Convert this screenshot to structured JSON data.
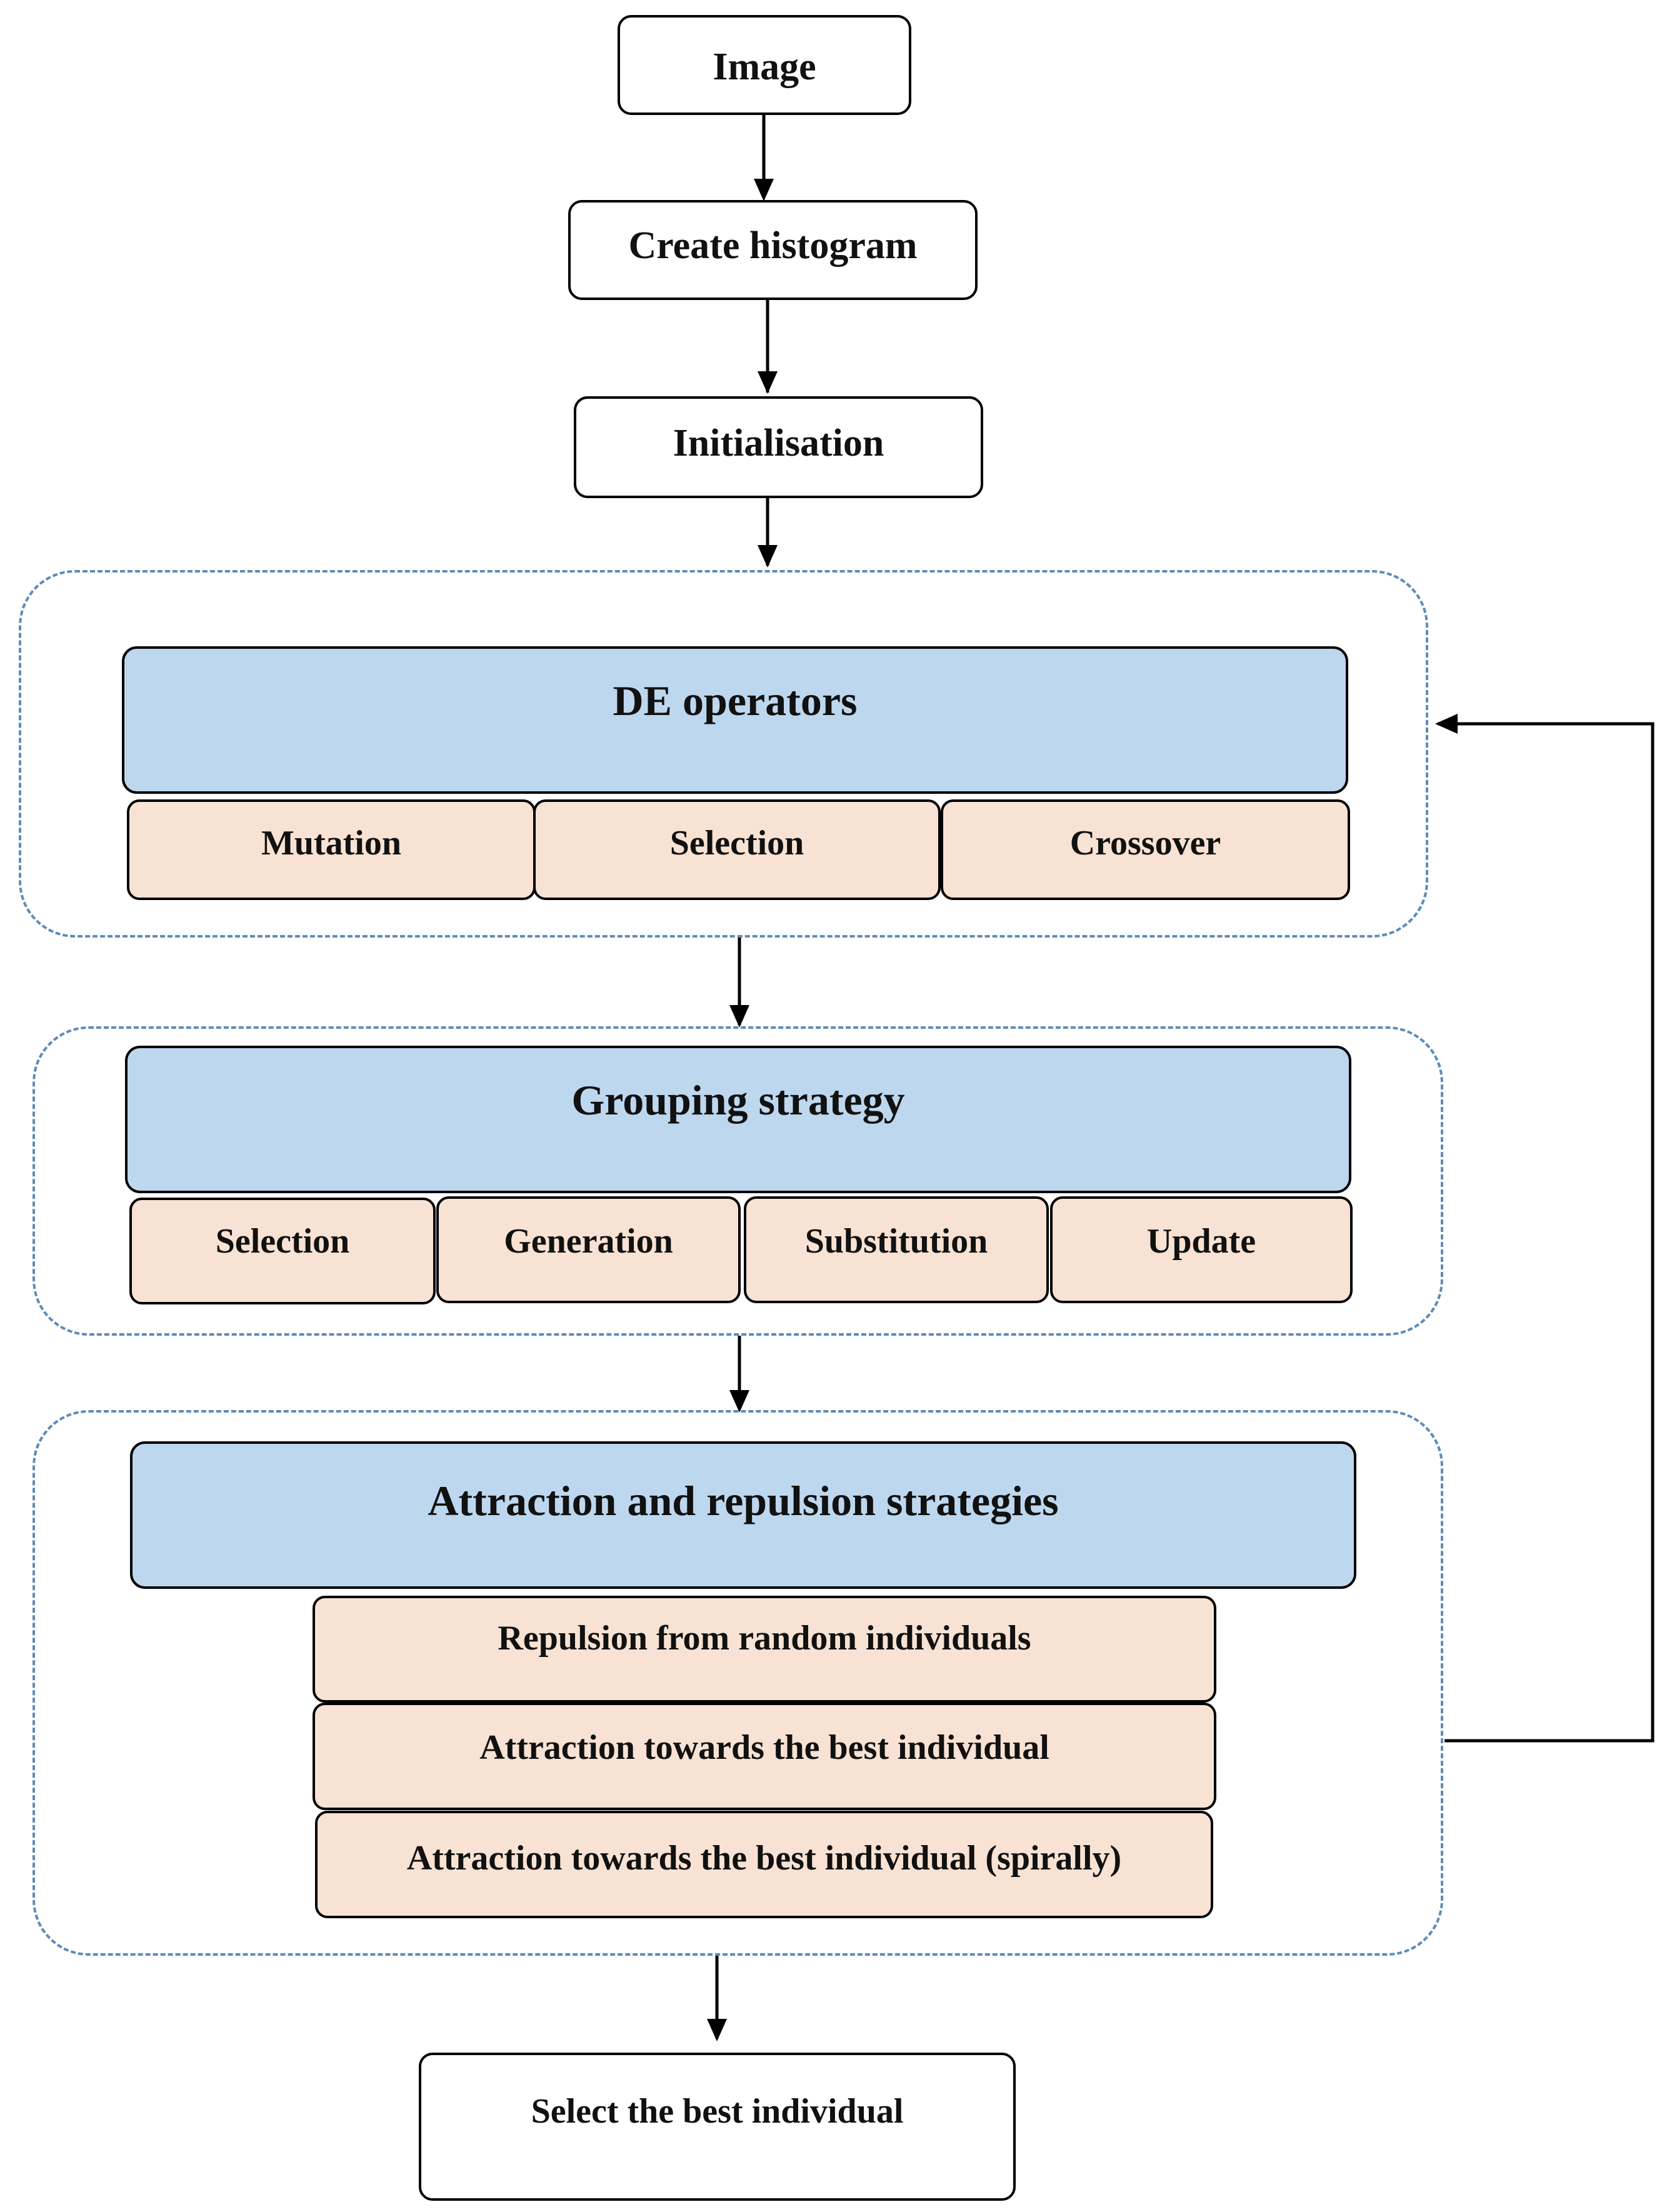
{
  "nodes": {
    "image": "Image",
    "create_histogram": "Create histogram",
    "initialisation": "Initialisation",
    "de_operators": "DE operators",
    "de_mutation": "Mutation",
    "de_selection": "Selection",
    "de_crossover": "Crossover",
    "grouping_strategy": "Grouping strategy",
    "gs_selection": "Selection",
    "gs_generation": "Generation",
    "gs_substitution": "Substitution",
    "gs_update": "Update",
    "attraction_repulsion": "Attraction and repulsion strategies",
    "ar_repulsion_random": "Repulsion from random individuals",
    "ar_attraction_best": "Attraction towards the best individual",
    "ar_attraction_best_spiral": "Attraction towards the best individual (spirally)",
    "select_best": "Select the best individual"
  },
  "colors": {
    "header_fill": "#bdd7ee",
    "subitem_fill": "#f8e2d3",
    "group_border": "#5b8cba",
    "line": "#000000"
  }
}
